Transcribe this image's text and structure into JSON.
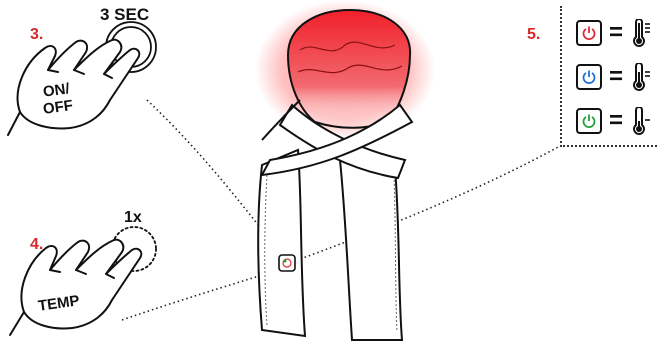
{
  "steps": [
    {
      "number": "3.",
      "gesture": "3 SEC",
      "hand_label_line1": "ON/",
      "hand_label_line2": "OFF"
    },
    {
      "number": "4.",
      "gesture": "1x",
      "hand_label": "TEMP"
    },
    {
      "number": "5."
    }
  ],
  "legend": [
    {
      "button_color": "#e0283c",
      "equals": "=",
      "level": "high",
      "icon": "thermometer-high-icon"
    },
    {
      "button_color": "#1f6fd8",
      "equals": "=",
      "level": "medium",
      "icon": "thermometer-medium-icon"
    },
    {
      "button_color": "#23a13a",
      "equals": "=",
      "level": "low",
      "icon": "thermometer-low-icon"
    }
  ],
  "colors": {
    "step_number": "#d42a2a",
    "heat_glow": "#f0202a",
    "outline": "#111111"
  }
}
